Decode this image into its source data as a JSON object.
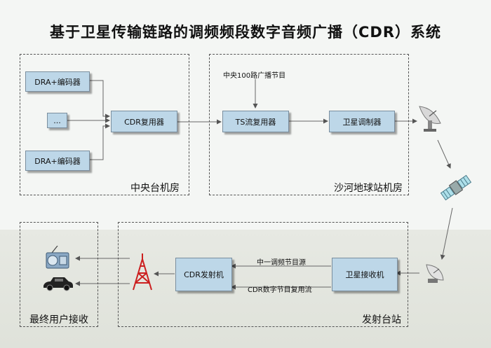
{
  "title": "基于卫星传输链路的调频频段数字音频广播（CDR）系统",
  "zones": {
    "central": "中央台机房",
    "shahe": "沙河地球站机房",
    "transmit": "发射台站",
    "user": "最终用户接收"
  },
  "boxes": {
    "dra1": "DRA+编码器",
    "ellipsis": "...",
    "dra2": "DRA+编码器",
    "cdr_mux": "CDR复用器",
    "ts_mux": "TS流复用器",
    "sat_mod": "卫星调制器",
    "sat_recv": "卫星接收机",
    "cdr_tx": "CDR发射机"
  },
  "labels": {
    "central100": "中央100路广播节目",
    "single_source": "中一调频节目源",
    "cdr_stream": "CDR数字节目复用流"
  },
  "icons": [
    "satellite-dish-icon",
    "satellite-icon",
    "receive-dish-icon",
    "tower-icon",
    "radio-icon",
    "car-icon"
  ]
}
